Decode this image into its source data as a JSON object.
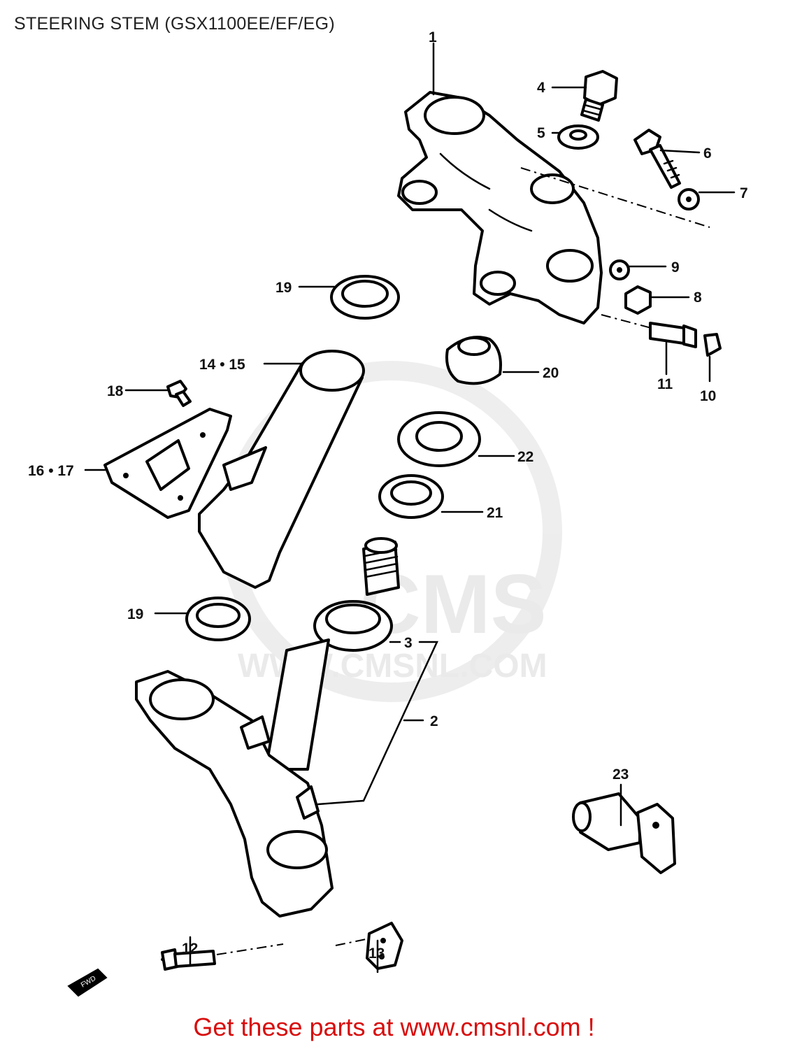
{
  "title": "STEERING STEM (GSX1100EE/EF/EG)",
  "footer": "Get these parts at www.cmsnl.com !",
  "watermark": {
    "brand": "CMS",
    "url": "WWW.CMSNL.COM"
  },
  "fwd_label": "FWD",
  "callouts": [
    "1",
    "2",
    "3",
    "4",
    "5",
    "6",
    "7",
    "8",
    "9",
    "10",
    "11",
    "12",
    "13",
    "14 • 15",
    "16 • 17",
    "18",
    "19",
    "19",
    "20",
    "21",
    "22",
    "23"
  ],
  "colors": {
    "footer": "#d80c0c",
    "line": "#000000",
    "watermark": "#e8e8e8"
  }
}
